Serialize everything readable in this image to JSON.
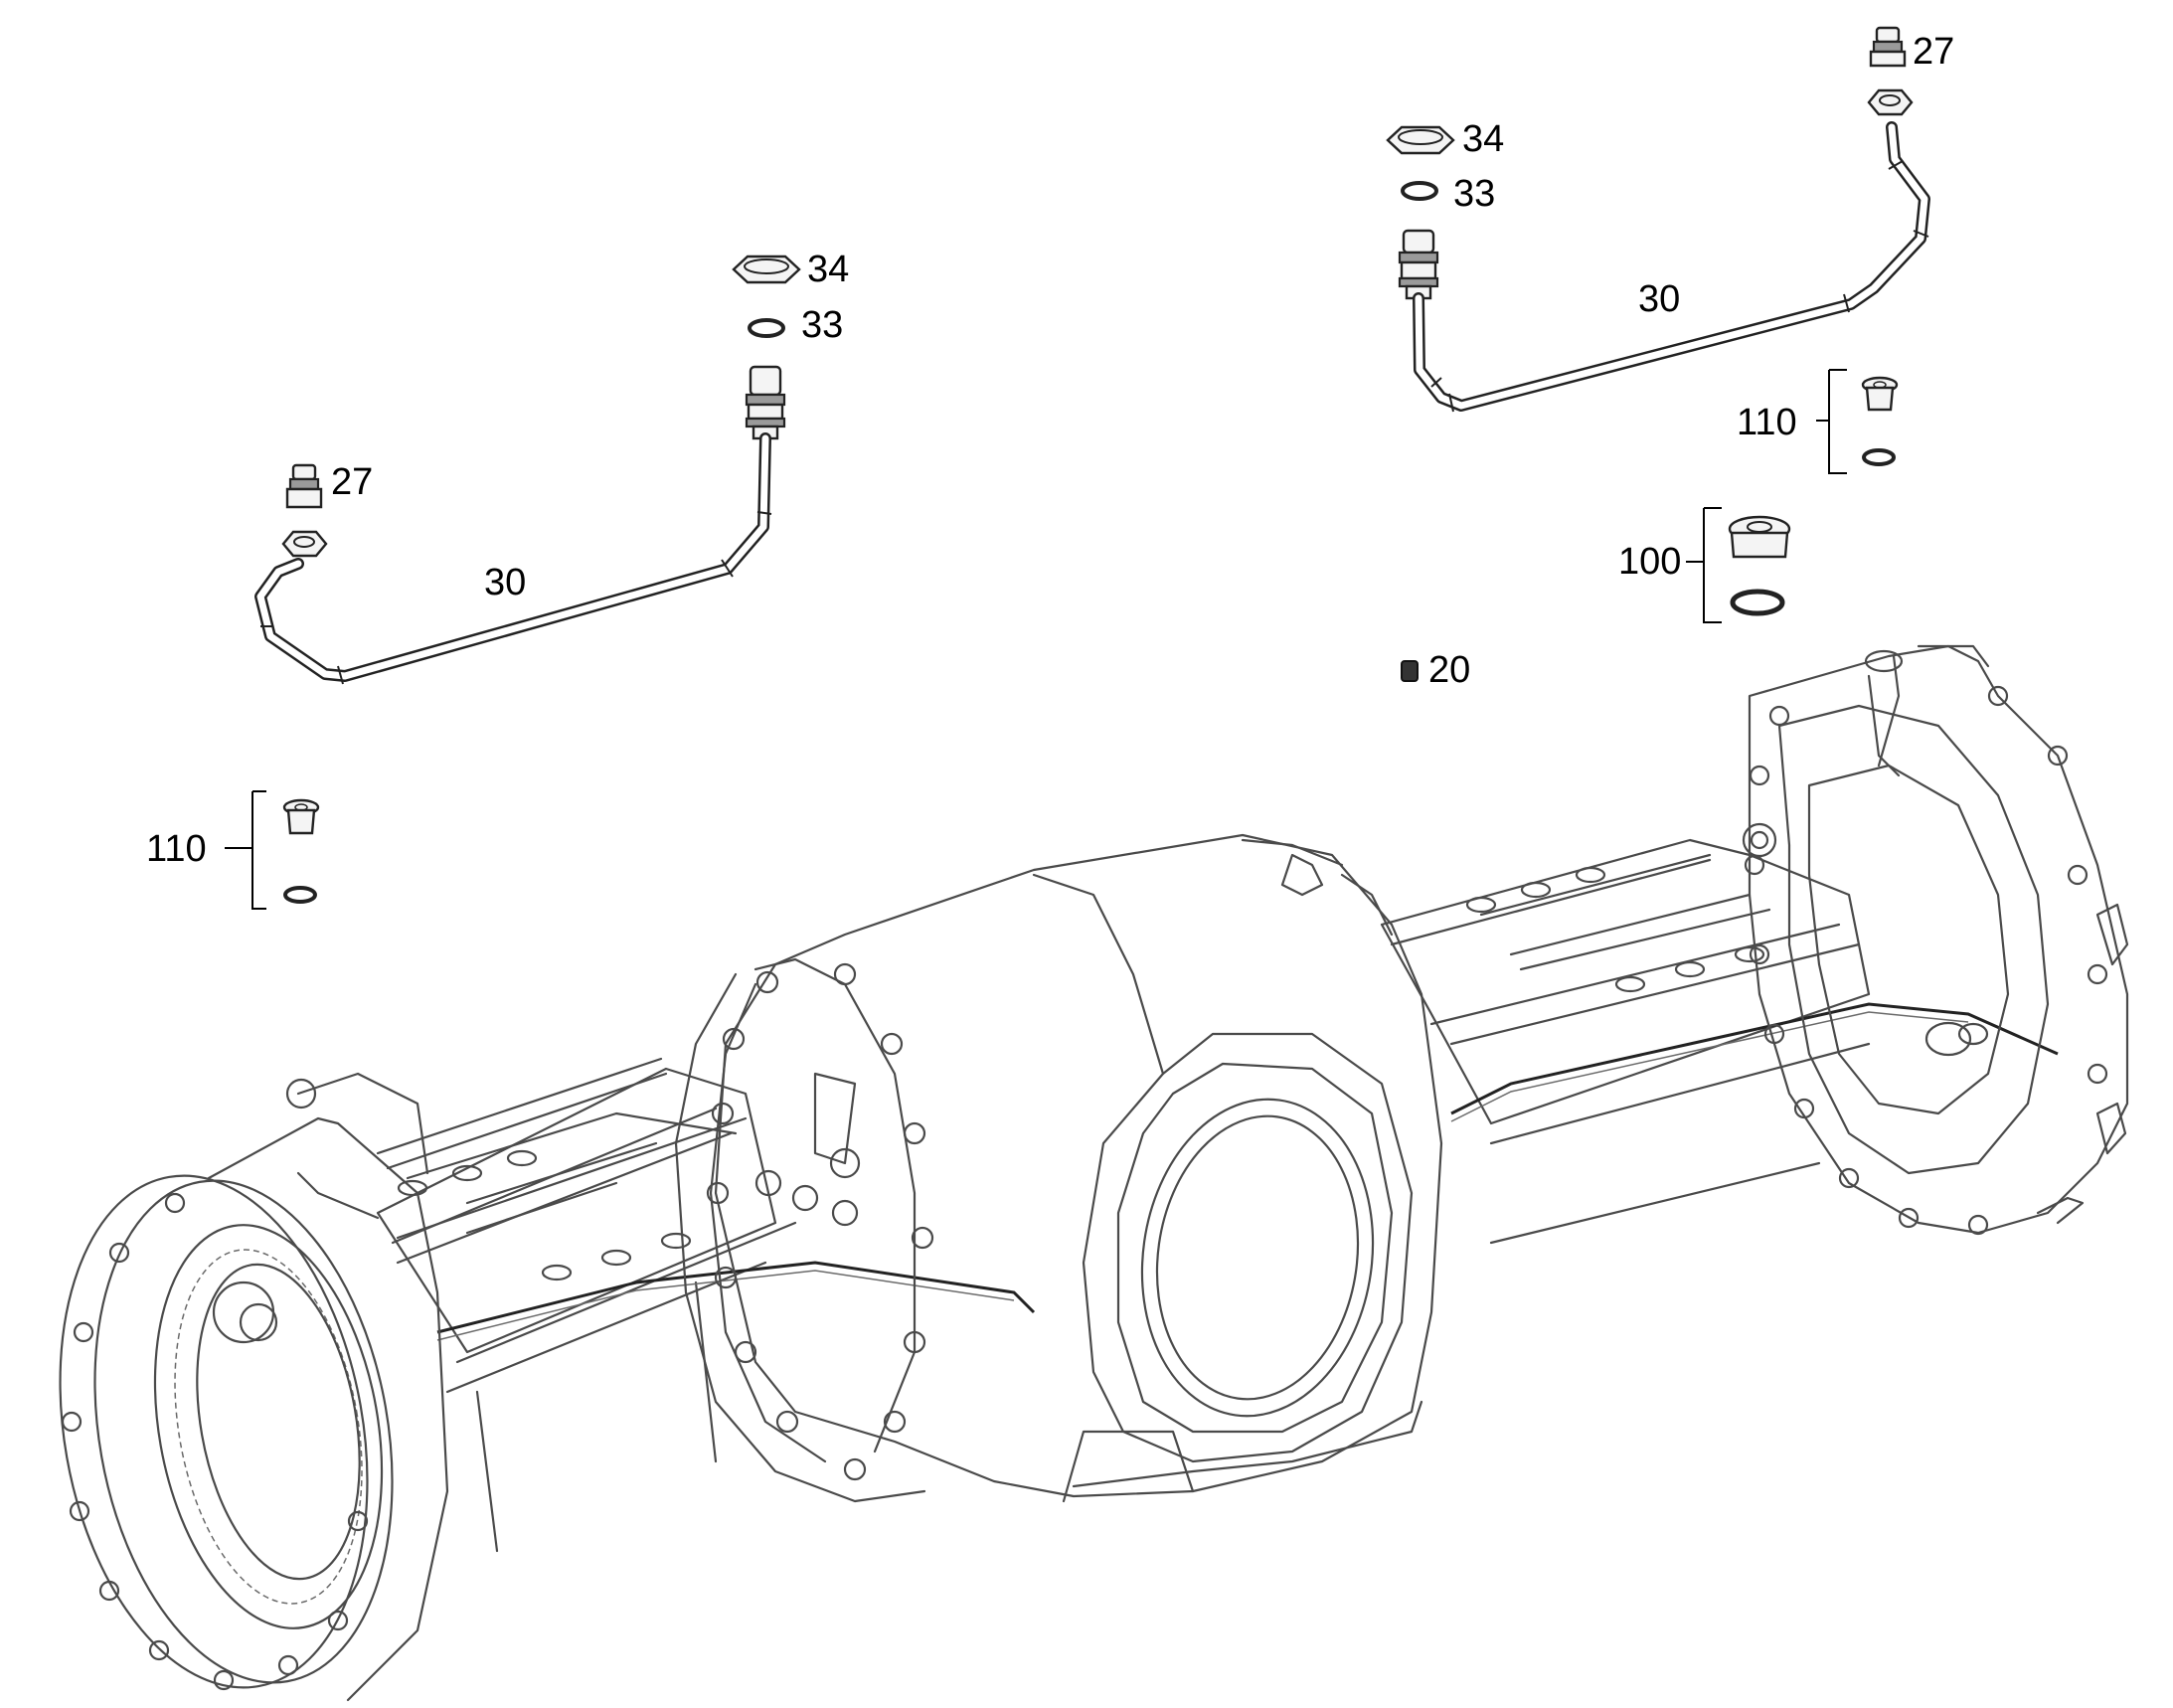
{
  "labels": {
    "l_34": "34",
    "l_33": "33",
    "l_27": "27",
    "l_30": "30",
    "l_110": "110",
    "r_34": "34",
    "r_33": "33",
    "r_27": "27",
    "r_30": "30",
    "r_110": "110",
    "r_100": "100",
    "r_20": "20"
  }
}
